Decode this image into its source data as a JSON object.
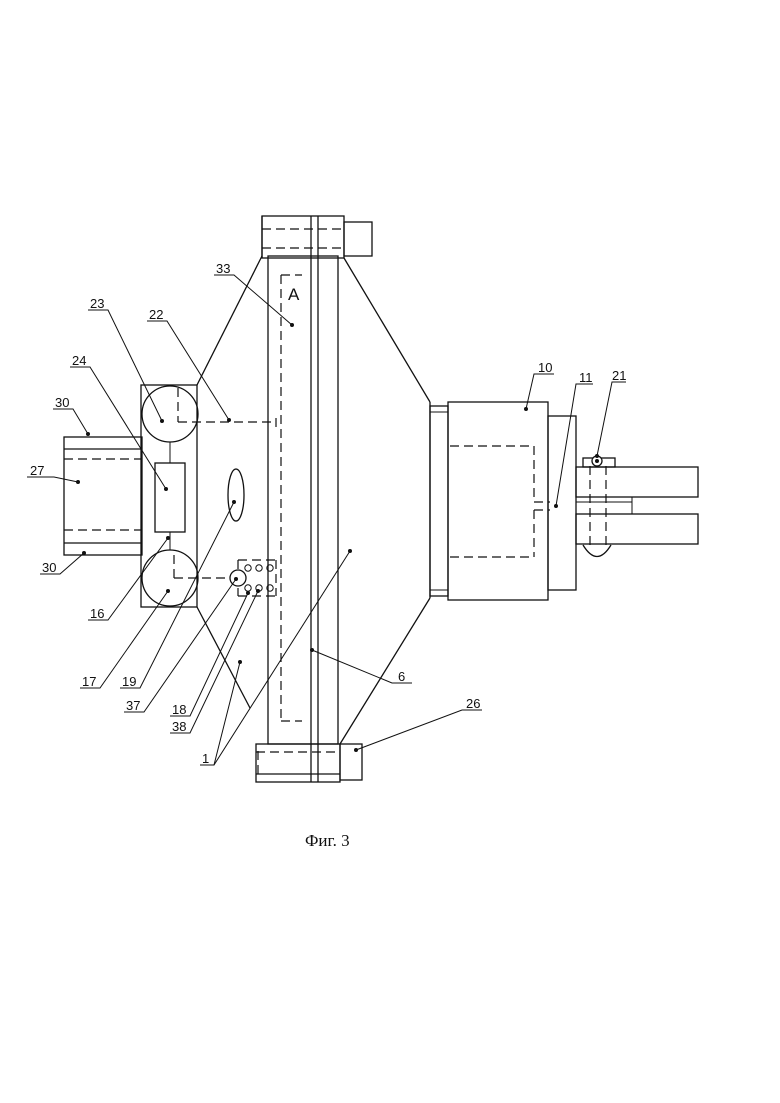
{
  "figure": {
    "caption": "Фиг. 3",
    "section_mark": "A"
  },
  "labels": {
    "l33": "33",
    "l22": "22",
    "l23": "23",
    "l24": "24",
    "l30a": "30",
    "l27": "27",
    "l30b": "30",
    "l16": "16",
    "l17": "17",
    "l19": "19",
    "l37": "37",
    "l18": "18",
    "l38": "38",
    "l1": "1",
    "l6": "6",
    "l26": "26",
    "l10": "10",
    "l11": "11",
    "l21": "21"
  }
}
